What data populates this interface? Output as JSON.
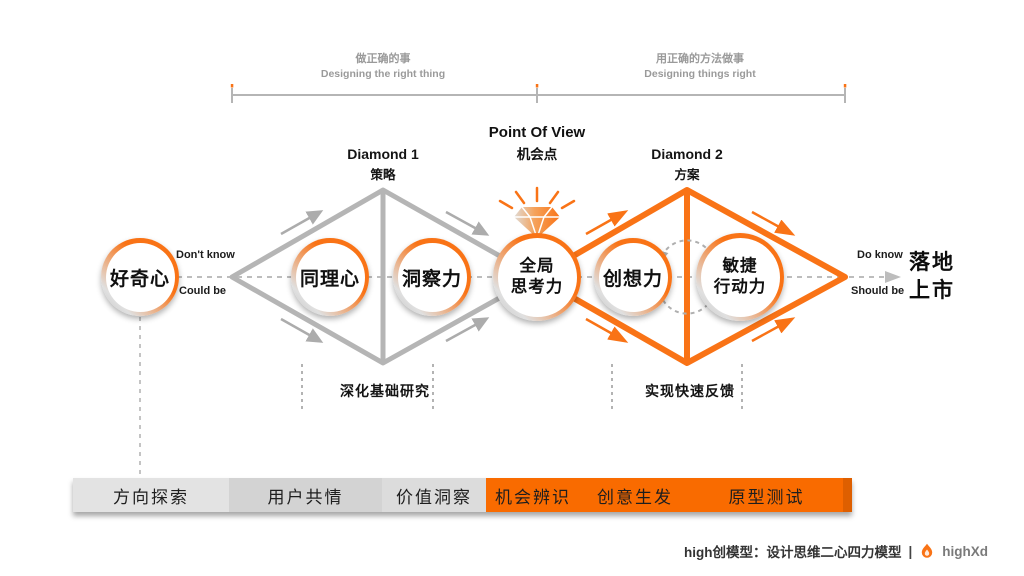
{
  "colors": {
    "accent": "#F97316",
    "diamond_gray": "#B5B5B5",
    "dash_gray": "#BDBDBD",
    "muted": "#9A9A9A",
    "bar_gray_1": "#E3E3E3",
    "bar_gray_2": "#D3D3D3",
    "bar_gray_3": "#DCDCDC",
    "bar_orange": "#F96B00",
    "bar_orange_dark": "#DE5F00"
  },
  "brackets": {
    "left": {
      "zh": "做正确的事",
      "en": "Designing the right thing"
    },
    "right": {
      "zh": "用正确的方法做事",
      "en": "Designing things right"
    }
  },
  "diamond1": {
    "title": "Diamond 1",
    "subtitle": "策略",
    "note": "深化基础研究"
  },
  "diamond2": {
    "title": "Diamond 2",
    "subtitle": "方案",
    "note": "实现快速反馈"
  },
  "pov": {
    "title": "Point Of View",
    "subtitle": "机会点",
    "icon": "gem-icon"
  },
  "nodes": [
    {
      "line1": "好奇心",
      "line2": ""
    },
    {
      "line1": "同理心",
      "line2": ""
    },
    {
      "line1": "洞察力",
      "line2": ""
    },
    {
      "line1": "全局",
      "line2": "思考力"
    },
    {
      "line1": "创想力",
      "line2": ""
    },
    {
      "line1": "敏捷",
      "line2": "行动力"
    }
  ],
  "edge_labels": {
    "left_top": "Don't know",
    "left_bottom": "Could be",
    "right_top": "Do know",
    "right_bottom": "Should be"
  },
  "outcome": {
    "line1": "落地",
    "line2": "上市"
  },
  "phases": [
    {
      "label": "方向探索"
    },
    {
      "label": "用户共情"
    },
    {
      "label": "价值洞察"
    },
    {
      "label": "机会辨识"
    },
    {
      "label": "创意生发"
    },
    {
      "label": "原型测试"
    }
  ],
  "footer": {
    "credit": "high创模型：设计思维二心四力模型",
    "separator": "|",
    "brand": "highXd",
    "brand_icon": "flame-icon"
  }
}
